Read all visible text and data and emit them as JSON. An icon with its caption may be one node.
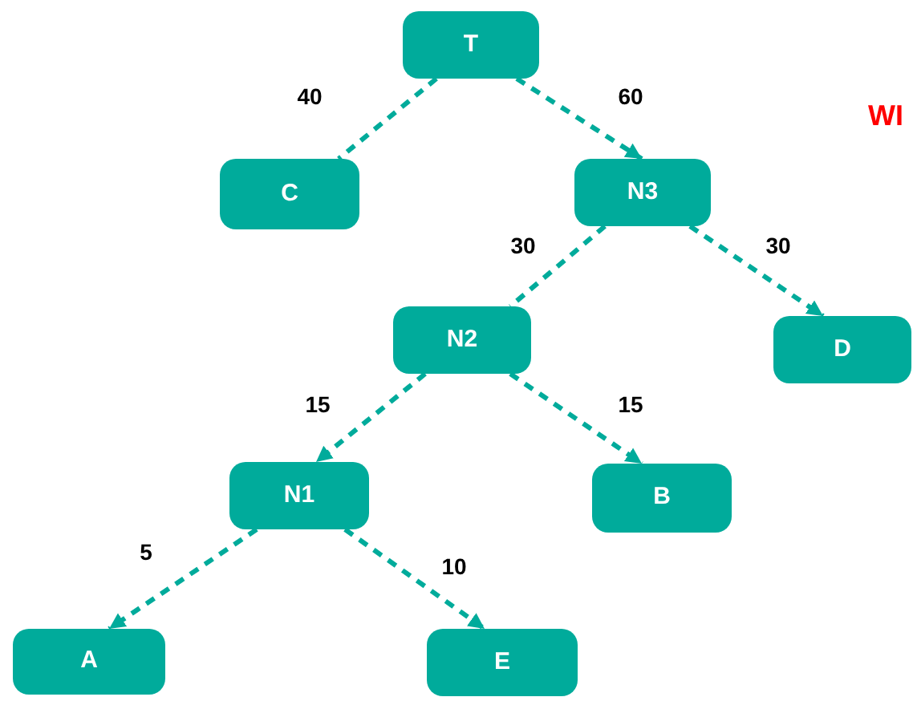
{
  "diagram": {
    "nodes": [
      {
        "text": [
          "T"
        ]
      },
      {
        "text": [
          "C"
        ]
      },
      {
        "text": [
          "N3"
        ]
      },
      {
        "text": [
          "N2"
        ]
      },
      {
        "text": [
          "D"
        ]
      },
      {
        "text": [
          "N1"
        ]
      },
      {
        "text": [
          "B"
        ]
      },
      {
        "text": [
          "A"
        ]
      },
      {
        "text": [
          "E"
        ]
      }
    ],
    "edges": [
      {
        "from": 0,
        "to": 1,
        "arrow": "none",
        "label": "40"
      },
      {
        "from": 0,
        "to": 2,
        "arrow": "to",
        "label": "60"
      },
      {
        "from": 2,
        "to": 3,
        "arrow": "none",
        "label": "30"
      },
      {
        "from": 2,
        "to": 4,
        "arrow": "to",
        "label": "30"
      },
      {
        "from": 3,
        "to": 5,
        "arrow": "to",
        "label": "15"
      },
      {
        "from": 3,
        "to": 6,
        "arrow": "to",
        "label": "15"
      },
      {
        "from": 5,
        "to": 7,
        "arrow": "to",
        "label": "5"
      },
      {
        "from": 5,
        "to": 8,
        "arrow": "to",
        "label": "10"
      }
    ],
    "labels": [
      "WI"
    ]
  }
}
